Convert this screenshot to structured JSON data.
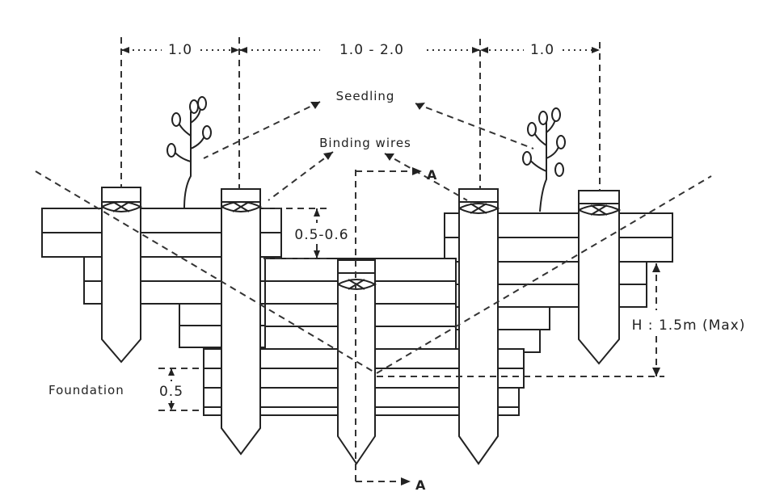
{
  "labels": {
    "dim_top_left": "1.0",
    "dim_top_mid": "1.0 - 2.0",
    "dim_top_right": "1.0",
    "seedling": "Seedling",
    "binding_wires": "Binding wires",
    "section_top": "A",
    "section_bottom": "A",
    "dim_step": "0.5-0.6",
    "foundation": "Foundation",
    "dim_foundation": "0.5",
    "height": "H : 1.5m (Max)"
  },
  "colors": {
    "ink": "#222222",
    "background": "#ffffff"
  },
  "icons": [
    "seedling-icon",
    "binding-wire-knot-icon",
    "section-arrow-icon"
  ]
}
